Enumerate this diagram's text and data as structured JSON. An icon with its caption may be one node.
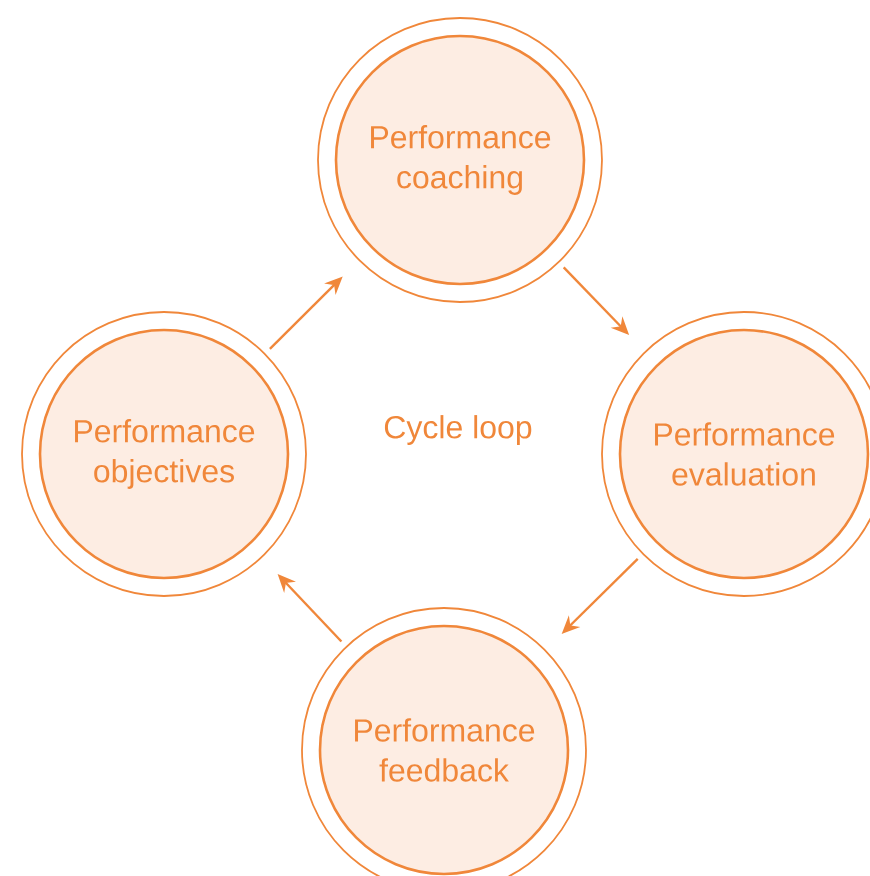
{
  "diagram": {
    "nodes": [
      {
        "text": [
          "Performance coaching"
        ]
      },
      {
        "text": [
          "Performance evaluation"
        ]
      },
      {
        "text": [
          "Performance feedback"
        ]
      },
      {
        "text": [
          "Performance objectives"
        ]
      }
    ],
    "edges": [
      {
        "from": 3,
        "to": 0,
        "arrow": "to"
      },
      {
        "from": 0,
        "to": 1,
        "arrow": "to"
      },
      {
        "from": 1,
        "to": 2,
        "arrow": "to"
      },
      {
        "from": 2,
        "to": 3,
        "arrow": "to"
      }
    ],
    "labels": [
      "Cycle loop"
    ]
  }
}
